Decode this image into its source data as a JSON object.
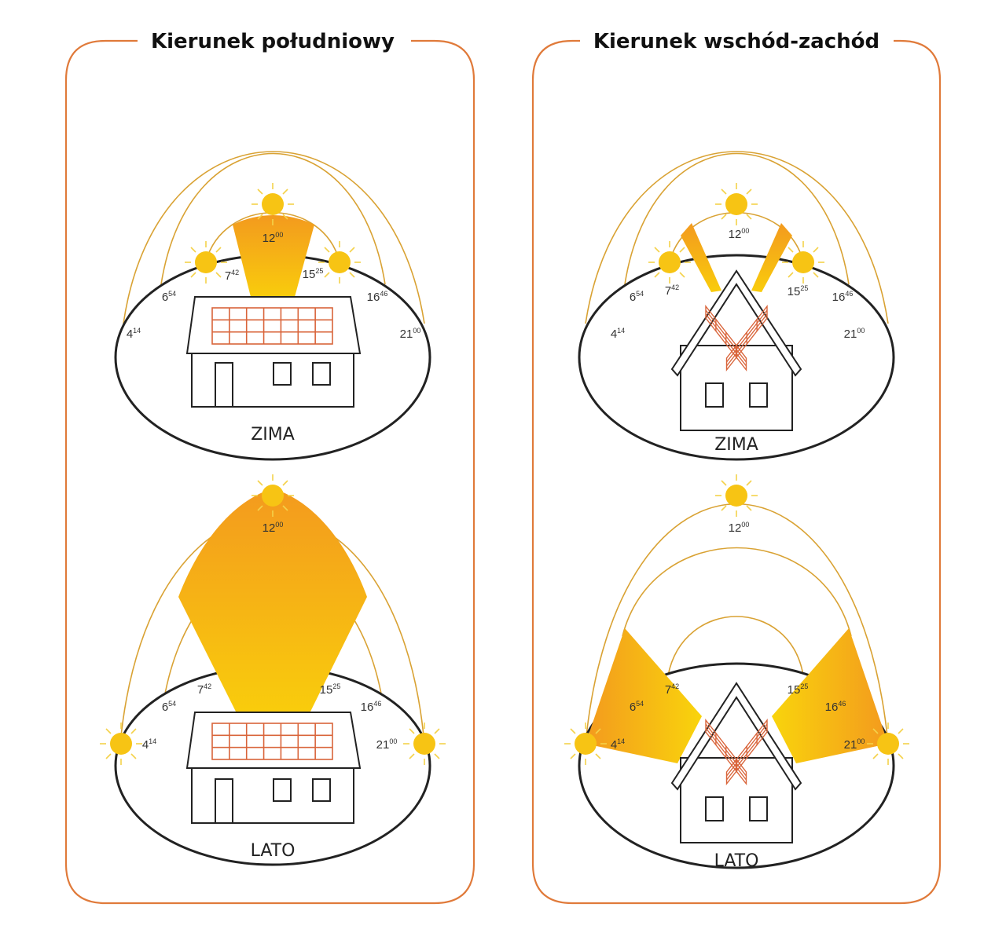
{
  "panels": {
    "south": {
      "title": "Kierunek południowy",
      "winter": {
        "season": "ZIMA",
        "times": [
          {
            "h": "4",
            "m": "14"
          },
          {
            "h": "6",
            "m": "54"
          },
          {
            "h": "7",
            "m": "42"
          },
          {
            "h": "12",
            "m": "00"
          },
          {
            "h": "15",
            "m": "25"
          },
          {
            "h": "16",
            "m": "46"
          },
          {
            "h": "21",
            "m": "00"
          }
        ]
      },
      "summer": {
        "season": "LATO",
        "times": [
          {
            "h": "4",
            "m": "14"
          },
          {
            "h": "6",
            "m": "54"
          },
          {
            "h": "7",
            "m": "42"
          },
          {
            "h": "12",
            "m": "00"
          },
          {
            "h": "15",
            "m": "25"
          },
          {
            "h": "16",
            "m": "46"
          },
          {
            "h": "21",
            "m": "00"
          }
        ]
      }
    },
    "eastwest": {
      "title": "Kierunek wschód-zachód",
      "winter": {
        "season": "ZIMA",
        "times": [
          {
            "h": "4",
            "m": "14"
          },
          {
            "h": "6",
            "m": "54"
          },
          {
            "h": "7",
            "m": "42"
          },
          {
            "h": "12",
            "m": "00"
          },
          {
            "h": "15",
            "m": "25"
          },
          {
            "h": "16",
            "m": "46"
          },
          {
            "h": "21",
            "m": "00"
          }
        ]
      },
      "summer": {
        "season": "LATO",
        "times": [
          {
            "h": "4",
            "m": "14"
          },
          {
            "h": "6",
            "m": "54"
          },
          {
            "h": "7",
            "m": "42"
          },
          {
            "h": "12",
            "m": "00"
          },
          {
            "h": "15",
            "m": "25"
          },
          {
            "h": "16",
            "m": "46"
          },
          {
            "h": "21",
            "m": "00"
          }
        ]
      }
    }
  },
  "colors": {
    "frame": "#e07a3a",
    "sun": "#f7c414",
    "beam_top": "#f39a1e",
    "beam_bottom": "#f9cc0c",
    "arc": "#d9a233"
  }
}
